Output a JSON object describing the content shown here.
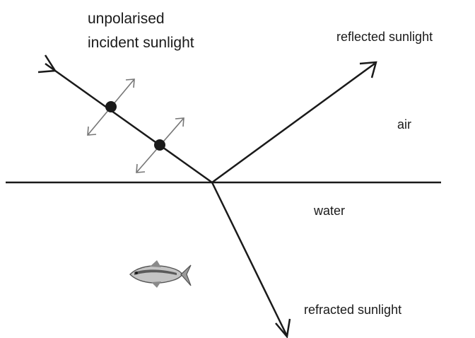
{
  "labels": {
    "incident_line1": "unpolarised",
    "incident_line2": "incident sunlight",
    "reflected": "reflected sunlight",
    "air": "air",
    "water": "water",
    "refracted": "refracted sunlight"
  },
  "icons": {
    "fish": "fish-icon"
  },
  "colors": {
    "line": "#1a1a1a",
    "polarisation_arrow": "#777777",
    "fish_body": "#9a9a9a"
  }
}
